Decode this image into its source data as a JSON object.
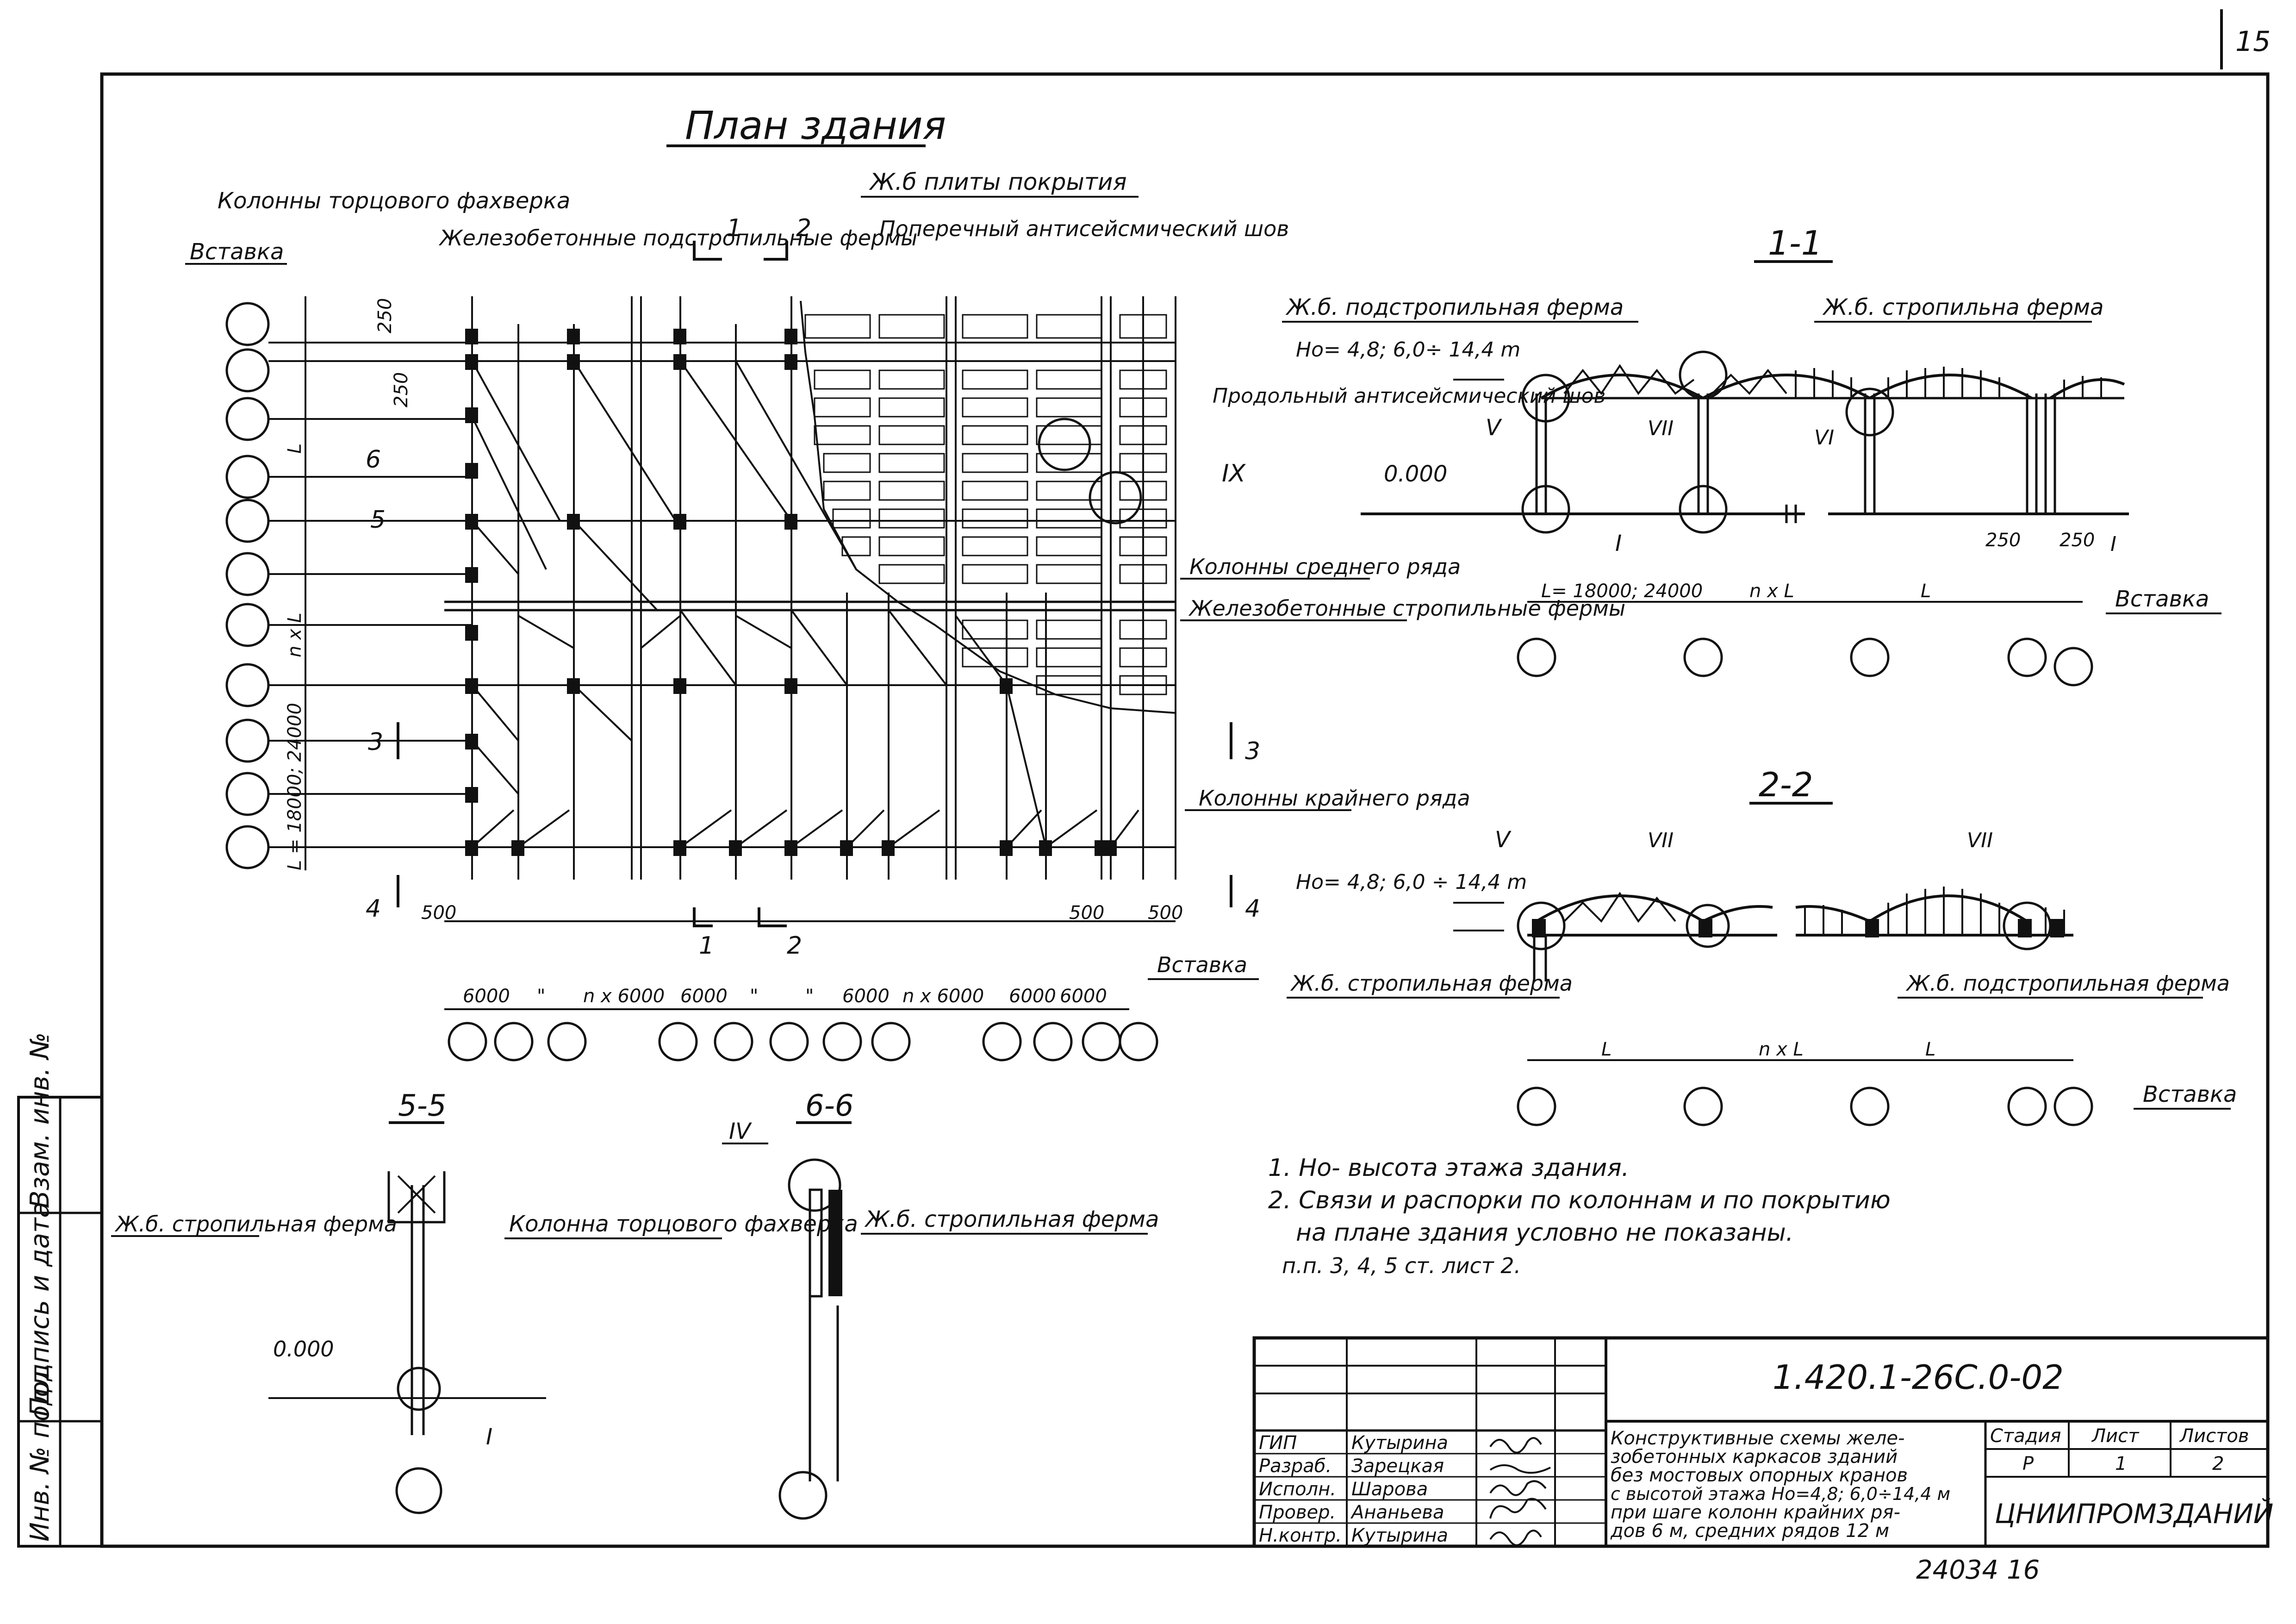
{
  "sheet": {
    "page_number": "15",
    "bottom_number": "24034  16"
  },
  "plan": {
    "title": "План здания",
    "labels": {
      "end_columns": "Колонны торцового фахверка",
      "insert": "Вставка",
      "rc_subtruss": "Железобетонные подстропильные фермы",
      "rc_slabs": "Ж.б плиты покрытия",
      "transverse_joint": "Поперечный антисейсмический шов",
      "longitudinal_joint": "Продольный антисейсмический шов",
      "middle_columns": "Колонны среднего ряда",
      "rc_rafter": "Железобетонные стропильные фермы",
      "edge_columns": "Колонны крайнего ряда",
      "insert_bottom": "Вставка",
      "detail_ix": "IX"
    },
    "dims_top": [
      "250",
      "250"
    ],
    "dims_left": [
      "L",
      "n x L",
      "L = 18000; 24000"
    ],
    "dims_bottom": [
      "500",
      "500",
      "500"
    ],
    "dims_spacing": [
      "6000",
      "\"",
      "n x 6000",
      "6000",
      "\"",
      "\"",
      "6000",
      "n x 6000",
      "6000",
      "6000"
    ],
    "section_marks": [
      "1",
      "2",
      "3",
      "4",
      "5",
      "6"
    ]
  },
  "section_11": {
    "title": "1-1",
    "subtruss": "Ж.б. подстропильная ферма",
    "rafter": "Ж.б. стропильна ферма",
    "height": "Ho= 4,8; 6,0÷ 14,4 m",
    "zero": "0.000",
    "span": "L= 18000; 24000",
    "nl": "n x L",
    "l": "L",
    "d250a": "250",
    "d250b": "250",
    "insert": "Вставка",
    "roman": [
      "V",
      "VII",
      "VI",
      "I",
      "I"
    ]
  },
  "section_22": {
    "title": "2-2",
    "height": "Ho= 4,8; 6,0 ÷ 14,4 m",
    "rafter": "Ж.б. стропильная ферма",
    "subtruss": "Ж.б. подстропильная ферма",
    "insert": "Вставка",
    "l1": "L",
    "nl": "n x L",
    "l2": "L",
    "roman": [
      "V",
      "VII",
      "VII"
    ]
  },
  "section_55": {
    "title": "5-5",
    "rafter": "Ж.б. стропильная ферма",
    "column": "Колонна торцового фахверка",
    "zero": "0.000",
    "roman": "I"
  },
  "section_66": {
    "title": "6-6",
    "roman": "IV",
    "rafter": "Ж.б. стропильная ферма"
  },
  "notes": [
    "1.  Но- высота этажа здания.",
    "2.  Связи и распорки по колоннам и по покрытию",
    "на плане здания условно не показаны.",
    "п.п. 3, 4, 5 ст.  лист 2."
  ],
  "side_stamp": [
    "Инв. № подл.",
    "Подпись и дата",
    "Взам. инв. №"
  ],
  "title_block": {
    "doc_code": "1.420.1-26С.0-02",
    "roles": [
      "ГИП",
      "Разраб.",
      "Исполн.",
      "Провер.",
      "Н.контр."
    ],
    "names": [
      "Кутырина",
      "Зарецкая",
      "Шарова",
      "Ананьева",
      "Кутырина"
    ],
    "description": [
      "Конструктивные схемы желе-",
      "зобетонных каркасов зданий",
      "без мостовых опорных кранов",
      "с высотой этажа Но=4,8; 6,0÷14,4 м",
      "при шаге колонн крайних ря-",
      "дов 6 м, средних рядов 12 м"
    ],
    "stage_label": "Стадия",
    "sheet_label": "Лист",
    "sheets_label": "Листов",
    "stage": "Р",
    "sheet": "1",
    "sheets": "2",
    "org": "ЦНИИПРОМЗДАНИЙ"
  }
}
